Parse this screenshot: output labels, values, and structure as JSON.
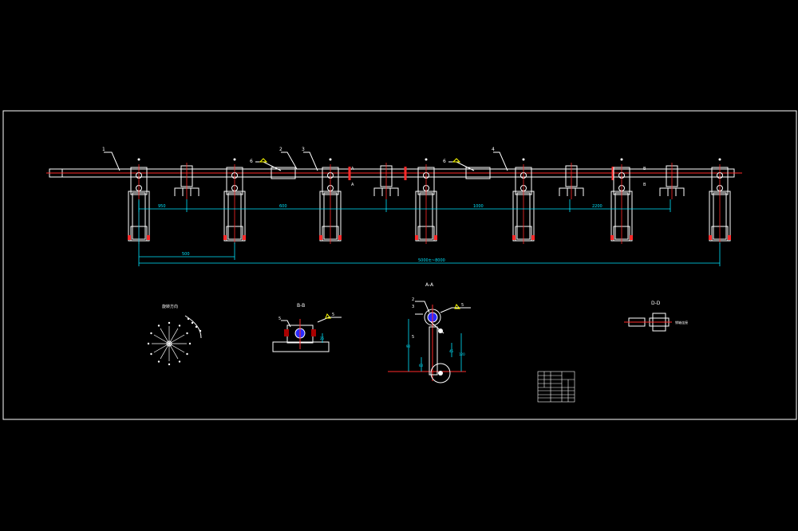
{
  "colors": {
    "background": "#000000",
    "outline": "#ffffff",
    "centerline": "#ff2a2a",
    "dimension": "#00e5ff",
    "weld": "#ffff00",
    "axle": "#2a2aff",
    "dark_red": "#aa0000"
  },
  "part_labels": [
    "1",
    "2",
    "3",
    "4"
  ],
  "dimensions": {
    "main_total": "5000±~8000",
    "pitch": "500",
    "segments": [
      "950",
      "600",
      "1000",
      "2200"
    ]
  },
  "weld_marks": {
    "main_a": "6",
    "main_b": "6",
    "section_b": "5",
    "section_a": "5"
  },
  "section_marks": {
    "cut_a": "A",
    "cut_b": "B"
  },
  "views": {
    "star_view_title": "旋转方向",
    "section_b_title": "B-B",
    "section_a_title": "A-A",
    "section_c_title": "D-D",
    "section_c_note": "销轴连接"
  },
  "section_a": {
    "labels": [
      "2",
      "3",
      "5"
    ],
    "dims": [
      "60",
      "90",
      "120",
      "45"
    ]
  },
  "section_b": {
    "labels": [
      "5"
    ],
    "dims": [
      "25"
    ]
  }
}
